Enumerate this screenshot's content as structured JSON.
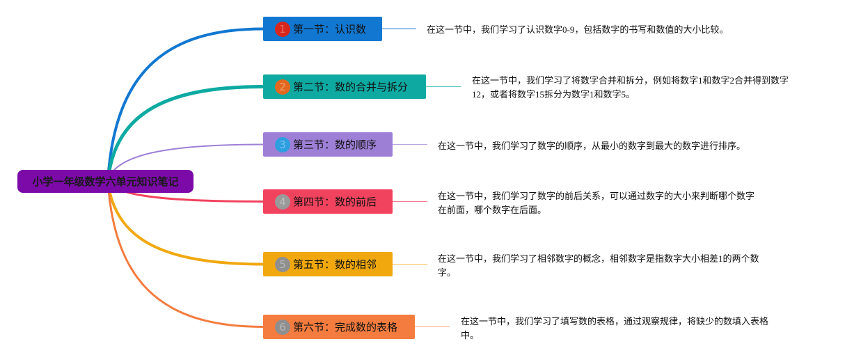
{
  "root": {
    "label": "小学一年级数学六单元知识笔记",
    "color": "#7b0aa8"
  },
  "branches": [
    {
      "number": "1",
      "title": "第一节：认识数",
      "color": "#1177d1",
      "badge_color": "#d9261c",
      "description_lines": [
        "在这一节中，我们学习了认识数字0-9，包括数字的书写和数值的大小比较。"
      ]
    },
    {
      "number": "2",
      "title": "第二节：数的合并与拆分",
      "color": "#0eaaa2",
      "badge_color": "#e2681f",
      "description_lines": [
        "在这一节中，我们学习了将数字合并和拆分，例如将数字1和数字2合并得到数字",
        "12，或者将数字15拆分为数字1和数字5。"
      ]
    },
    {
      "number": "3",
      "title": "第三节：数的顺序",
      "color": "#9d7fd6",
      "badge_color": "#2d9fe0",
      "description_lines": [
        "在这一节中，我们学习了数字的顺序，从最小的数字到最大的数字进行排序。"
      ]
    },
    {
      "number": "4",
      "title": "第四节：数的前后",
      "color": "#f2435e",
      "badge_color": "#9a9a9a",
      "description_lines": [
        "在这一节中，我们学习了数字的前后关系，可以通过数字的大小来判断哪个数字",
        "在前面，哪个数字在后面。"
      ]
    },
    {
      "number": "5",
      "title": "第五节：数的相邻",
      "color": "#f1a80f",
      "badge_color": "#8f8f8f",
      "description_lines": [
        "在这一节中，我们学习了相邻数字的概念，相邻数字是指数字大小相差1的两个数",
        "字。"
      ]
    },
    {
      "number": "6",
      "title": "第六节：完成数的表格",
      "color": "#f47c3f",
      "badge_color": "#8f8f8f",
      "description_lines": [
        "在这一节中，我们学习了填写数的表格，通过观察规律，将缺少的数填入表格",
        "中。"
      ]
    }
  ]
}
